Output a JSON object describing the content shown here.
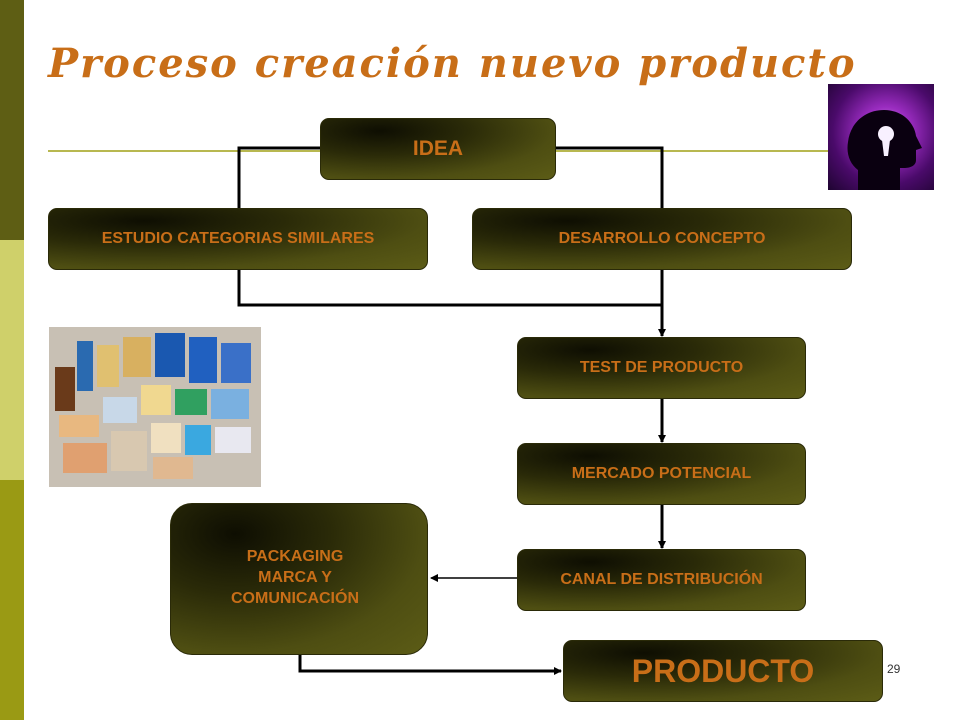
{
  "title": "Proceso creación nuevo producto",
  "page_number": "29",
  "colors": {
    "text_accent": "#c86e18",
    "box_dark": "#2a2a08",
    "box_light": "#5c5c16",
    "rule": "#b8b850"
  },
  "nodes": {
    "idea": "IDEA",
    "estudio": "ESTUDIO CATEGORIAS SIMILARES",
    "desarrollo": "DESARROLLO CONCEPTO",
    "test": "TEST DE PRODUCTO",
    "mercado": "MERCADO POTENCIAL",
    "canal": "CANAL DE DISTRIBUCIÓN",
    "packaging_lines": [
      "PACKAGING",
      "MARCA Y",
      "COMUNICACIÓN"
    ],
    "producto": "PRODUCTO"
  },
  "images": {
    "head": "silhouette-head-keyhole-illustration",
    "products": "packaged-food-products-photo"
  }
}
